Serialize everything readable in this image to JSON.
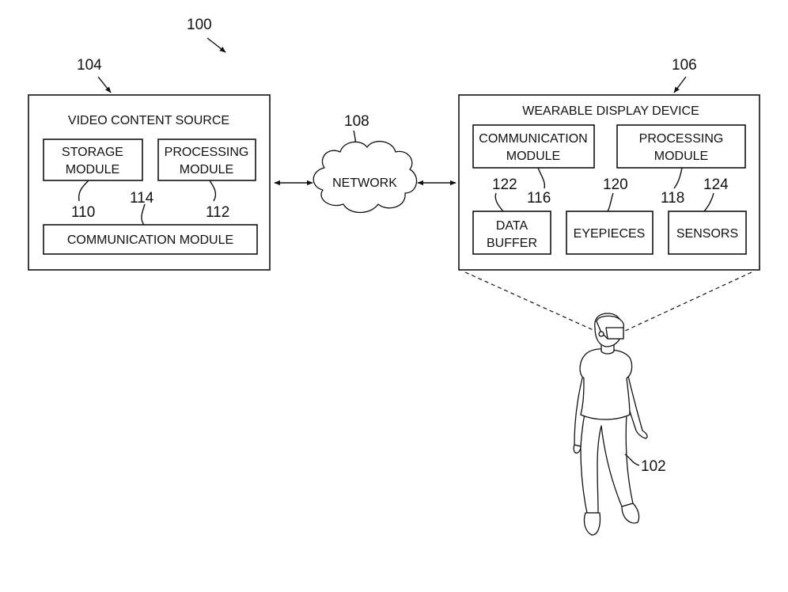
{
  "figure_number": "100",
  "source": {
    "ref": "104",
    "title": "VIDEO CONTENT SOURCE",
    "storage": {
      "line1": "STORAGE",
      "line2": "MODULE",
      "ref": "110"
    },
    "processing": {
      "line1": "PROCESSING",
      "line2": "MODULE",
      "ref": "112"
    },
    "communication": {
      "label": "COMMUNICATION MODULE",
      "ref": "114"
    }
  },
  "network": {
    "label": "NETWORK",
    "ref": "108"
  },
  "device": {
    "ref": "106",
    "title": "WEARABLE DISPLAY DEVICE",
    "communication": {
      "line1": "COMMUNICATION",
      "line2": "MODULE",
      "ref": "116"
    },
    "processing": {
      "line1": "PROCESSING",
      "line2": "MODULE",
      "ref": "118"
    },
    "buffer": {
      "line1": "DATA",
      "line2": "BUFFER",
      "ref": "122"
    },
    "eyepieces": {
      "label": "EYEPIECES",
      "ref": "120"
    },
    "sensors": {
      "label": "SENSORS",
      "ref": "124"
    }
  },
  "user": {
    "ref": "102"
  }
}
